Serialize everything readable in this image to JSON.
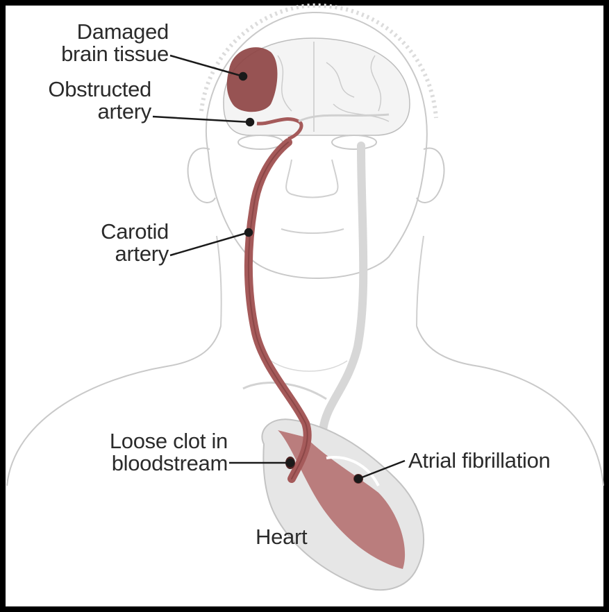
{
  "labels": {
    "damaged_brain_tissue": "Damaged\nbrain tissue",
    "obstructed_artery": "Obstructed\nartery",
    "carotid_artery": "Carotid\nartery",
    "loose_clot": "Loose clot in\nbloodstream",
    "atrial_fibrillation": "Atrial fibrillation",
    "heart": "Heart"
  },
  "colors": {
    "background_frame": "#000000",
    "panel": "#ffffff",
    "outline": "#c9c9c9",
    "artery": "#a55a5a",
    "artery_dark": "#7a3a3a",
    "damaged_tissue": "#8e4444",
    "vein": "#d7d7d7",
    "heart_fill": "#e6e6e6",
    "leader": "#1a1a1a",
    "label_text": "#2b2b2b"
  }
}
